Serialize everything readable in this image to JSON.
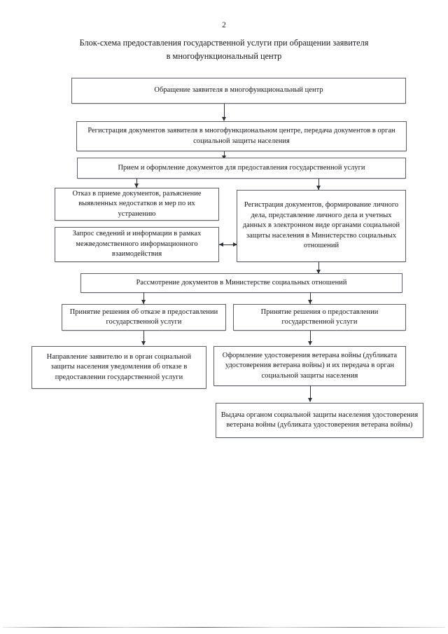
{
  "document": {
    "page_number": "2",
    "title_line_1": "Блок-схема предоставления государственной услуги при обращении заявителя",
    "title_line_2": "в многофункциональный центр"
  },
  "chart_data": {
    "type": "diagram",
    "title": "Блок-схема предоставления государственной услуги при обращении заявителя в многофункциональный центр",
    "nodes": [
      {
        "id": "n1",
        "label": "Обращение заявителя в многофункциональный центр"
      },
      {
        "id": "n2",
        "label": "Регистрация документов заявителя в многофункциональном центре, передача документов в орган социальной защиты населения"
      },
      {
        "id": "n3",
        "label": "Прием и оформление документов для предоставления государственной услуги"
      },
      {
        "id": "n4",
        "label": "Отказ в приеме документов, разъяснение выявленных недостатков и мер по их устранению"
      },
      {
        "id": "n5",
        "label": "Запрос сведений и информации в рамках межведомственного информационного взаимодействия"
      },
      {
        "id": "n6",
        "label": "Регистрация документов, формирование личного дела, представление личного дела и учетных данных в электронном виде органами социальной защиты населения в Министерство социальных отношений"
      },
      {
        "id": "n7",
        "label": "Рассмотрение документов в Министерстве социальных отношений"
      },
      {
        "id": "n8",
        "label": "Принятие решения об отказе в предоставлении государственной услуги"
      },
      {
        "id": "n9",
        "label": "Принятие решения о предоставлении государственной услуги"
      },
      {
        "id": "n10",
        "label": "Направление заявителю и в орган социальной защиты населения уведомления об отказе в предоставлении государственной услуги"
      },
      {
        "id": "n11",
        "label": "Оформление удостоверения ветерана войны (дубликата удостоверения ветерана войны) и их передача в орган социальной защиты населения"
      },
      {
        "id": "n12",
        "label": "Выдача органом социальной защиты населения удостоверения ветерана войны (дубликата удостоверения ветерана войны)"
      }
    ],
    "edges": [
      {
        "from": "n1",
        "to": "n2",
        "direction": "down"
      },
      {
        "from": "n2",
        "to": "n3",
        "direction": "down"
      },
      {
        "from": "n3",
        "to": "n4",
        "direction": "down"
      },
      {
        "from": "n3",
        "to": "n6",
        "direction": "down"
      },
      {
        "from": "n5",
        "to": "n6",
        "direction": "both"
      },
      {
        "from": "n6",
        "to": "n7",
        "direction": "down"
      },
      {
        "from": "n7",
        "to": "n8",
        "direction": "down"
      },
      {
        "from": "n7",
        "to": "n9",
        "direction": "down"
      },
      {
        "from": "n8",
        "to": "n10",
        "direction": "down"
      },
      {
        "from": "n9",
        "to": "n11",
        "direction": "down"
      },
      {
        "from": "n11",
        "to": "n12",
        "direction": "down"
      }
    ],
    "orientation": "top-down",
    "border_color": "#5d6065",
    "connector_color": "#2f3237",
    "background": "#ffffff"
  }
}
